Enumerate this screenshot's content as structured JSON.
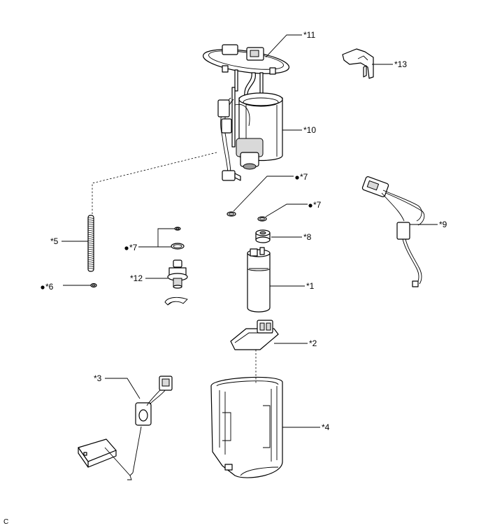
{
  "callouts": {
    "c1": "*1",
    "c2": "*2",
    "c3": "*3",
    "c4": "*4",
    "c5": "*5",
    "c6": "*6",
    "c7a": "*7",
    "c7b": "*7",
    "c7c": "*7",
    "c8": "*8",
    "c9": "*9",
    "c10": "*10",
    "c11": "*11",
    "c12": "*12",
    "c13": "*13"
  },
  "corner_code": "C",
  "marker_icon": "filled-dot-icon"
}
